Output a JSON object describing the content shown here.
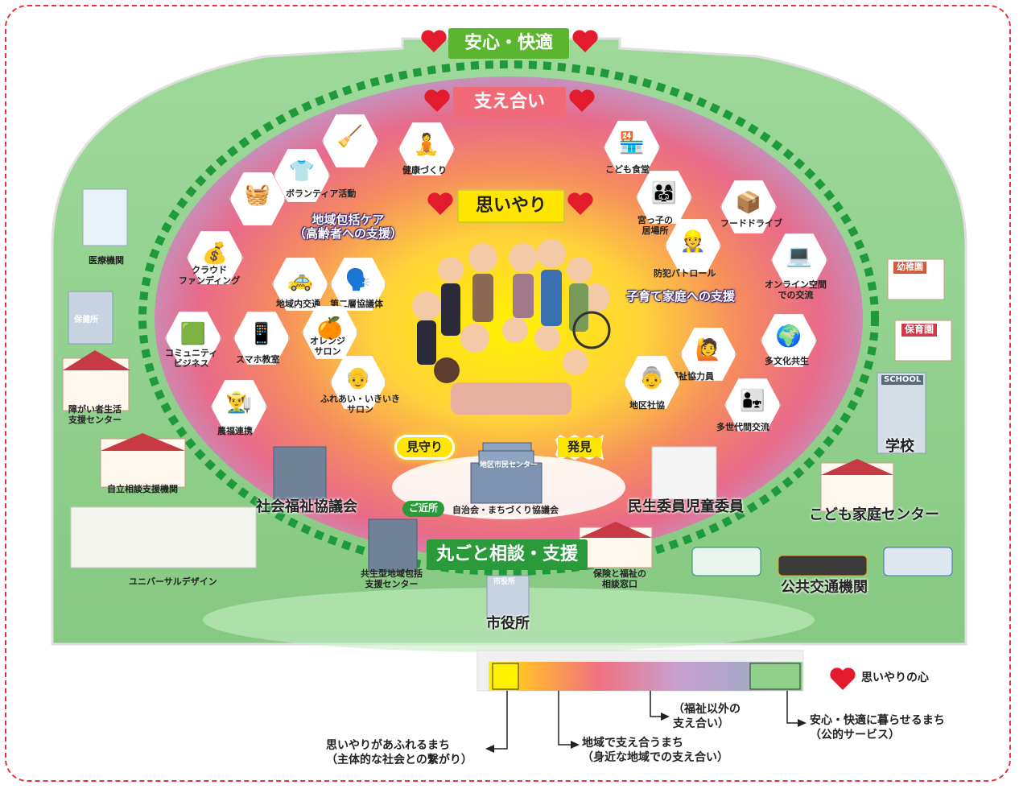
{
  "colors": {
    "green": "#8fd18a",
    "frame_red": "#e8323c",
    "heart": "#e21b2d",
    "purple_text": "#3a2b7a",
    "banner_green": "#5cb52e",
    "banner_pink": "#f06a78",
    "banner_yellow": "#ffe600"
  },
  "banners": {
    "anshin": "安心・快適",
    "sasaeai": "支え合い",
    "omoiyari": "思いやり",
    "marugoto": "丸ごと相談・支援"
  },
  "ring_labels": {
    "chiiki_care": "地域包括ケア\n（高齢者への支援）",
    "kosodate": "子育て家庭への支援"
  },
  "hex_items": [
    {
      "label": "ボランティア活動",
      "icon": "volunteer-icon"
    },
    {
      "label": "健康づくり",
      "icon": "exercise-icon"
    },
    {
      "label": "こども食堂",
      "icon": "shop-icon"
    },
    {
      "label": "宮っ子の\n居場所",
      "icon": "children-icon"
    },
    {
      "label": "防犯パトロール",
      "icon": "patrol-icon"
    },
    {
      "label": "フードドライブ",
      "icon": "food-icon"
    },
    {
      "label": "オンライン空間\nでの交流",
      "icon": "online-icon"
    },
    {
      "label": "多文化共生",
      "icon": "multicultural-icon"
    },
    {
      "label": "福祉協力員",
      "icon": "helper-icon"
    },
    {
      "label": "地区社協",
      "icon": "council-icon"
    },
    {
      "label": "多世代間交流",
      "icon": "generations-icon"
    },
    {
      "label": "クラウド\nファンディング",
      "icon": "crowdfunding-icon"
    },
    {
      "label": "地域内交通",
      "icon": "taxi-icon"
    },
    {
      "label": "第二層協議体",
      "icon": "meeting-icon"
    },
    {
      "label": "オレンジ\nサロン",
      "icon": "salon-icon"
    },
    {
      "label": "コミュニティ\nビジネス",
      "icon": "community-icon"
    },
    {
      "label": "スマホ教室",
      "icon": "smartphone-icon"
    },
    {
      "label": "ふれあい・いきいき\nサロン",
      "icon": "elderly-salon-icon"
    },
    {
      "label": "農福連携",
      "icon": "farmer-icon"
    }
  ],
  "center": {
    "mimamori": "見守り",
    "hakken": "発見",
    "gokinjo": "ご近所",
    "center_name": "地区市民センター",
    "jichikai": "自治会・まちづくり協議会"
  },
  "facilities": {
    "iryo": "医療機関",
    "hokenjo_sign": "保健所",
    "shogai": "障がい者生活\n支援センター",
    "jiritsu": "自立相談支援機関",
    "shakyo": "社会福祉協議会",
    "universal": "ユニバーサルデザイン",
    "kyosei": "共生型地域包括\n支援センター",
    "shiyakusho": "市役所",
    "shiyakusho_sign": "市役所",
    "hoken": "保険と福祉の\n相談窓口",
    "minsei": "民生委員児童委員",
    "kodomo": "こども家庭センター",
    "gakko": "学校",
    "school_sign": "SCHOOL",
    "kotsu": "公共交通機関",
    "youchien": "幼稚園",
    "hoikuen": "保育園"
  },
  "legend": {
    "heart_label": "思いやりの心",
    "omoiyari_machi": "思いやりがあふれるまち\n（主体的な社会との繋がり）",
    "chiiki_machi": "地域で支え合うまち\n（身近な地域での支え合い）",
    "fukushi_igai": "（福祉以外の\n支え合い）",
    "anshin_machi": "安心・快適に暮らせるまち\n（公的サービス）"
  }
}
